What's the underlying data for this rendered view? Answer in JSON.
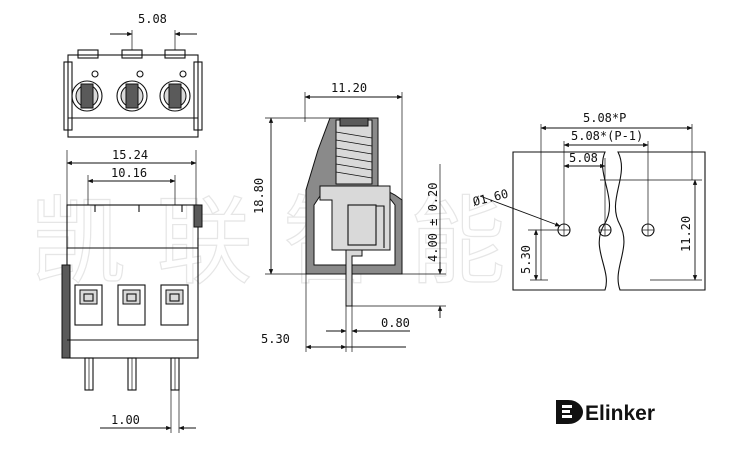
{
  "watermark": {
    "text": "凯 联 智 能"
  },
  "front_view": {
    "pitch_label": "5.08",
    "overall_width_label": "15.24",
    "two_pitch_label": "10.16",
    "pin_width_label": "1.00"
  },
  "side_view": {
    "top_width_label": "11.20",
    "height_label": "18.80",
    "pin_length_label": "4.00 ± 0.20",
    "pin_offset_label": "5.30",
    "pin_thickness_label": "0.80"
  },
  "pcb_layout": {
    "total_pitch_label": "5.08*P",
    "pitch_minus_one_label": "5.08*(P-1)",
    "pitch_label": "5.08",
    "hole_diameter_label": "Ø1.60",
    "row_offset_label": "5.30",
    "depth_label": "11.20"
  },
  "brand": {
    "name": "Elinker"
  },
  "colors": {
    "line": "#111111",
    "body_fill": "#8a8a8a",
    "watermark": "#e6e6e6"
  }
}
